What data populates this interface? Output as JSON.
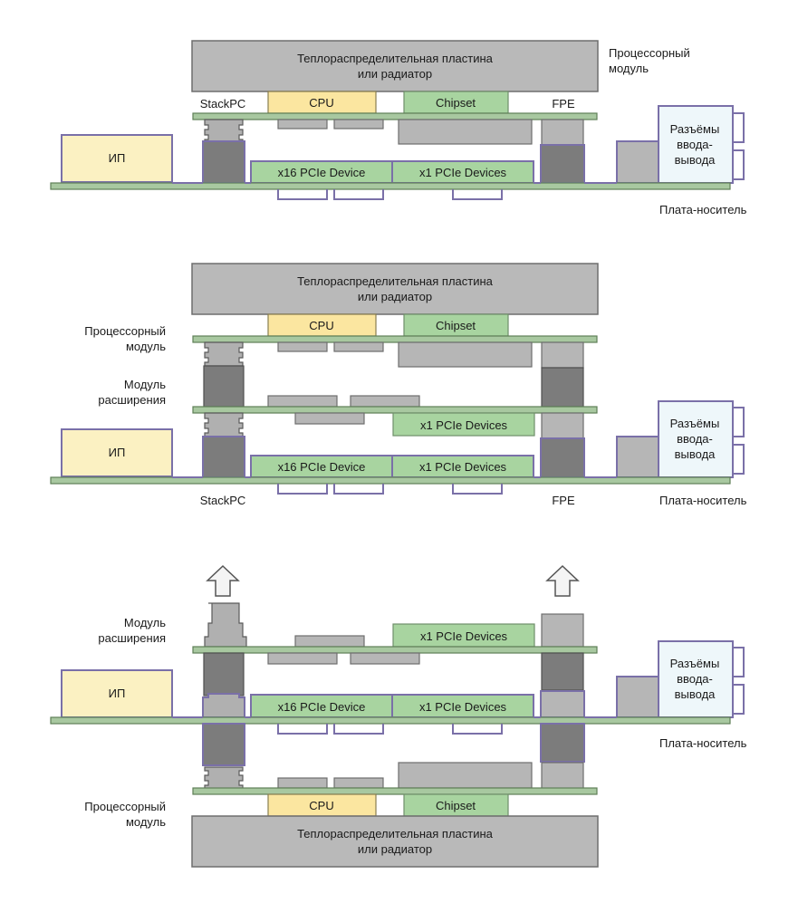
{
  "labels": {
    "heat_spreader_line1": "Теплораспределительная пластина",
    "heat_spreader_line2": "или радиатор",
    "cpu": "CPU",
    "chipset": "Chipset",
    "x16_device": "x16 PCIe Device",
    "x1_devices": "x1 PCIe Devices",
    "psu": "ИП",
    "io_line1": "Разъёмы",
    "io_line2": "ввода-",
    "io_line3": "вывода",
    "stackpc": "StackPC",
    "fpe": "FPE",
    "carrier_board": "Плата-носитель",
    "cpu_module_line1": "Процессорный",
    "cpu_module_line2": "модуль",
    "expansion_module_line1": "Модуль",
    "expansion_module_line2": "расширения"
  },
  "colors": {
    "board": "#a8c8a0",
    "cpu": "#fbe6a0",
    "chipset": "#a8d4a0",
    "connector_outline": "#7a70a8",
    "heat_spreader": "#b9b9b9"
  }
}
